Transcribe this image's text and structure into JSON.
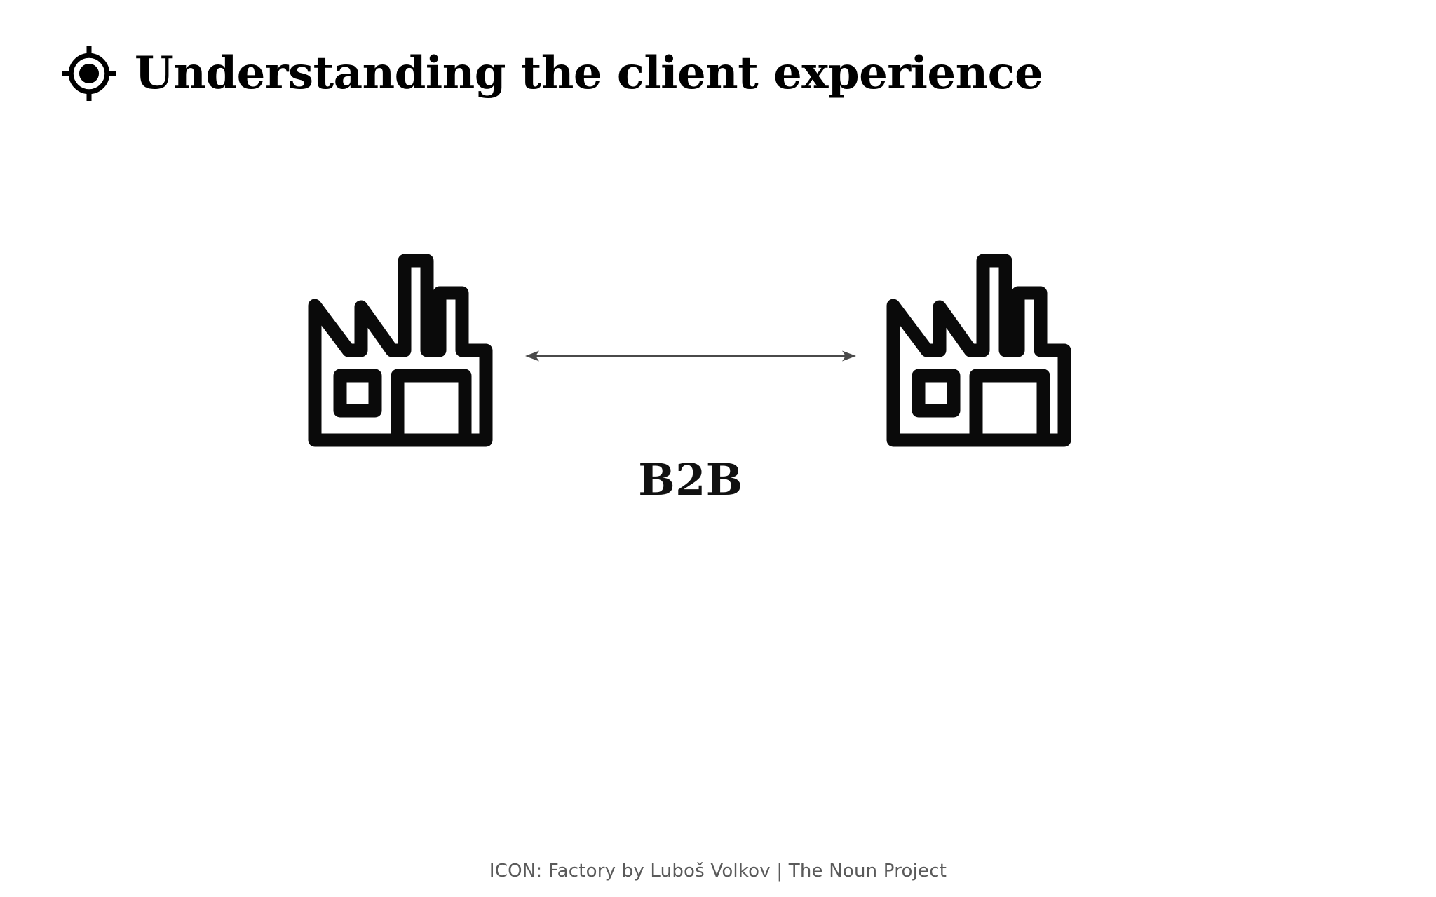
{
  "slide": {
    "background_color": "#ffffff",
    "title": "Understanding the client experience",
    "title_icon": "target-icon"
  },
  "diagram": {
    "type": "relationship",
    "left_node": {
      "icon": "factory-icon",
      "label": ""
    },
    "right_node": {
      "icon": "factory-icon",
      "label": ""
    },
    "connector": {
      "icon": "double-headed-arrow-icon",
      "label": "B2B",
      "color": "#4a4a4a"
    }
  },
  "footer": {
    "credit": "ICON: Factory by Luboš Volkov | The Noun Project",
    "color": "#5a5a5a"
  },
  "colors": {
    "ink": "#000000",
    "arrow": "#4a4a4a",
    "muted": "#5a5a5a",
    "background": "#ffffff"
  }
}
